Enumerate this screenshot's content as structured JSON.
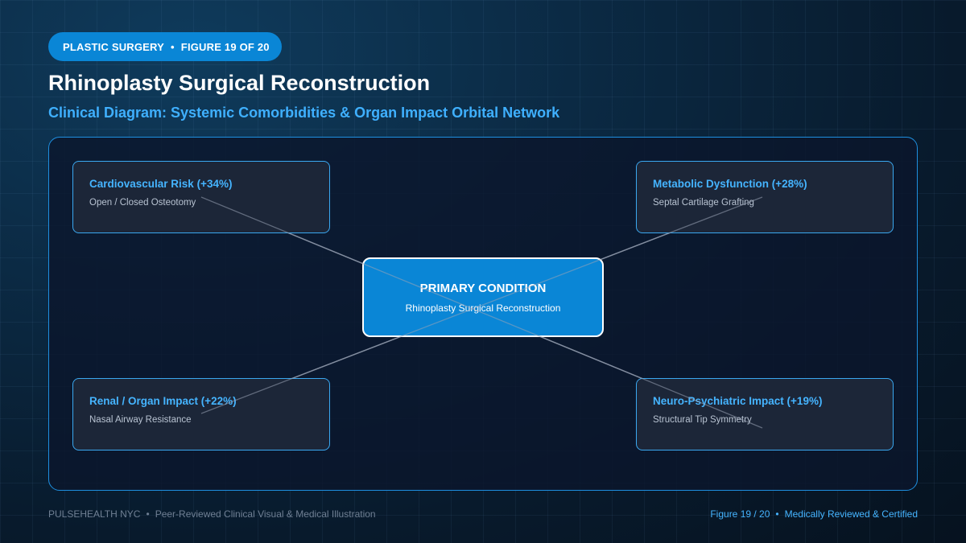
{
  "header": {
    "badge_category": "PLASTIC SURGERY",
    "badge_separator": "•",
    "badge_figure": "FIGURE 19 OF 20",
    "title": "Rhinoplasty Surgical Reconstruction",
    "subtitle": "Clinical Diagram: Systemic Comorbidities & Organ Impact Orbital Network"
  },
  "diagram": {
    "center": {
      "label": "PRIMARY CONDITION",
      "sublabel": "Rhinoplasty Surgical Reconstruction"
    },
    "nodes": [
      {
        "title": "Cardiovascular Risk (+34%)",
        "subtitle": "Open / Closed Osteotomy"
      },
      {
        "title": "Metabolic Dysfunction (+28%)",
        "subtitle": "Septal Cartilage Grafting"
      },
      {
        "title": "Renal / Organ Impact (+22%)",
        "subtitle": "Nasal Airway Resistance"
      },
      {
        "title": "Neuro-Psychiatric Impact (+19%)",
        "subtitle": "Structural Tip Symmetry"
      }
    ],
    "colors": {
      "accent": "#0a86d6",
      "highlight": "#45b4ff",
      "connector": "#8a94a6"
    }
  },
  "footer": {
    "brand": "PULSEHEALTH NYC",
    "separator": "•",
    "left_text": "Peer-Reviewed Clinical Visual & Medical Illustration",
    "figure": "Figure 19 / 20",
    "right_text": "Medically Reviewed & Certified"
  }
}
